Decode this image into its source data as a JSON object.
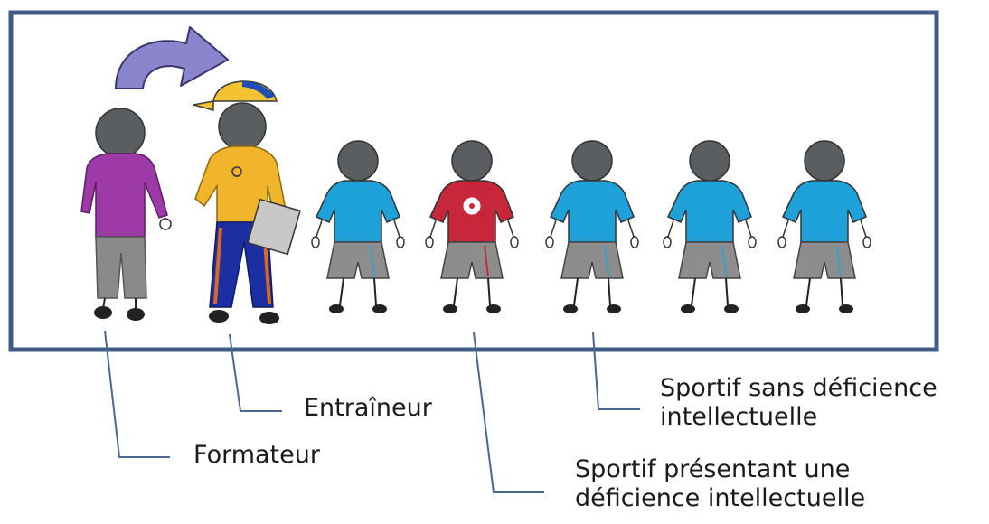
{
  "colors": {
    "frame": "#3f5b86",
    "leader": "#4a6791",
    "skin": "#5b5e61",
    "trainer_shirt": "#f1b52b",
    "trainer_cap": "#f2c230",
    "trainer_cap_band": "#1d4fb5",
    "trainer_pants": "#1b2fa3",
    "trainer_stripe": "#d9691e",
    "formateur_shirt": "#9d3aa8",
    "formateur_pants": "#8a8a8a",
    "athlete_shirt": "#1ea0d8",
    "athlete_id_shirt": "#c8263a",
    "shorts": "#8d8d8d",
    "arrow": "#8a85cc"
  },
  "labels": {
    "formateur": "Formateur",
    "entraineur": "Entraîneur",
    "sportif_id_line1": "Sportif présentant une",
    "sportif_id_line2": "déficience intellectuelle",
    "sportif_sans_line1": "Sportif sans déficience",
    "sportif_sans_line2": "intellectuelle"
  }
}
